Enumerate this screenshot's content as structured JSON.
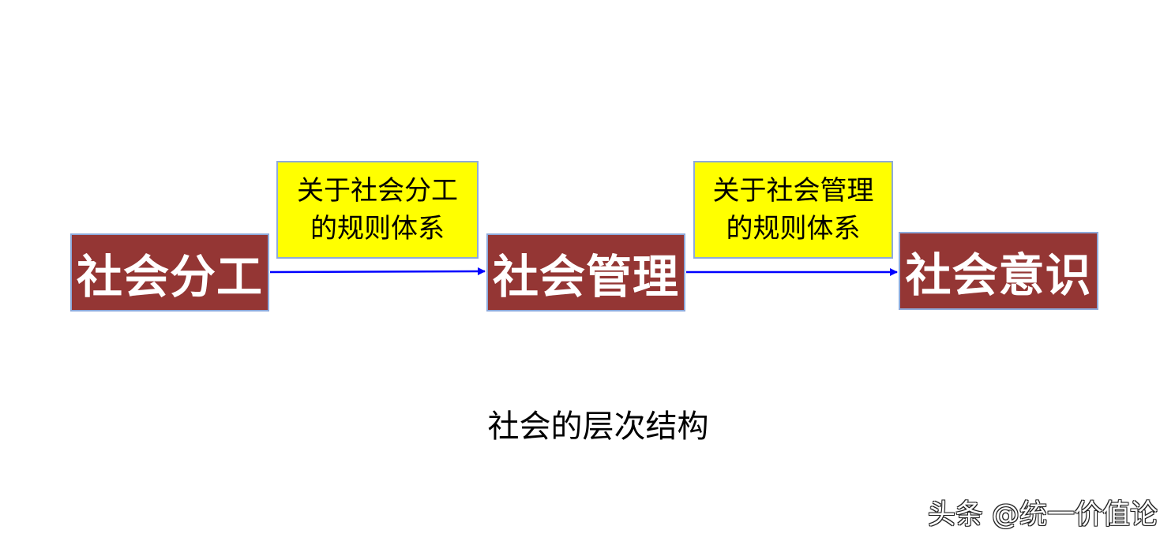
{
  "nodes": {
    "division": "社会分工",
    "management": "社会管理",
    "consciousness": "社会意识"
  },
  "edges": {
    "first": {
      "line1": "关于社会分工",
      "line2": "的规则体系"
    },
    "second": {
      "line1": "关于社会管理",
      "line2": "的规则体系"
    }
  },
  "caption": "社会的层次结构",
  "watermark": "头条 @统一价值论",
  "colors": {
    "node_fill": "#943634",
    "label_fill": "#ffff00",
    "arrow": "#0000ff",
    "border": "#8eaadb"
  }
}
